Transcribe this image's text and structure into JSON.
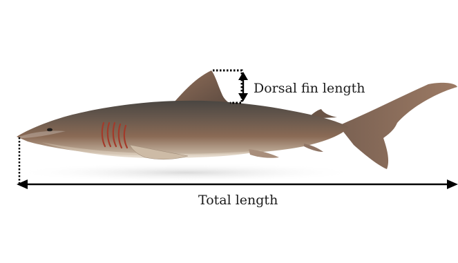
{
  "figure": {
    "subject": "shark",
    "labels": {
      "dorsal_fin_length": "Dorsal fin length",
      "total_length": "Total length"
    }
  }
}
